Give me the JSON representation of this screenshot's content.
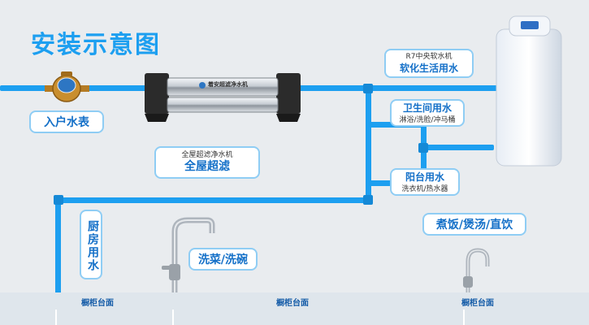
{
  "title": "安装示意图",
  "meter_label": "入户水表",
  "filter": {
    "small": "全屋超滤净水机",
    "big": "全屋超滤",
    "brand_text": "着安超滤净水机"
  },
  "softener": {
    "small": "R7中央软水机",
    "big": "软化生活用水"
  },
  "bathroom": {
    "big": "卫生间用水",
    "small": "淋浴/洗脸/冲马桶"
  },
  "balcony": {
    "big": "阳台用水",
    "small": "洗衣机/热水器"
  },
  "kitchen_label": "厨房用水",
  "washing_label": "洗菜/洗碗",
  "drinking_label": "煮饭/煲汤/直饮",
  "counter_labels": [
    "橱柜台面",
    "橱柜台面",
    "橱柜台面"
  ],
  "colors": {
    "pipe": "#1d9ff0",
    "accent": "#1470c8",
    "background": "#e9ecef"
  }
}
